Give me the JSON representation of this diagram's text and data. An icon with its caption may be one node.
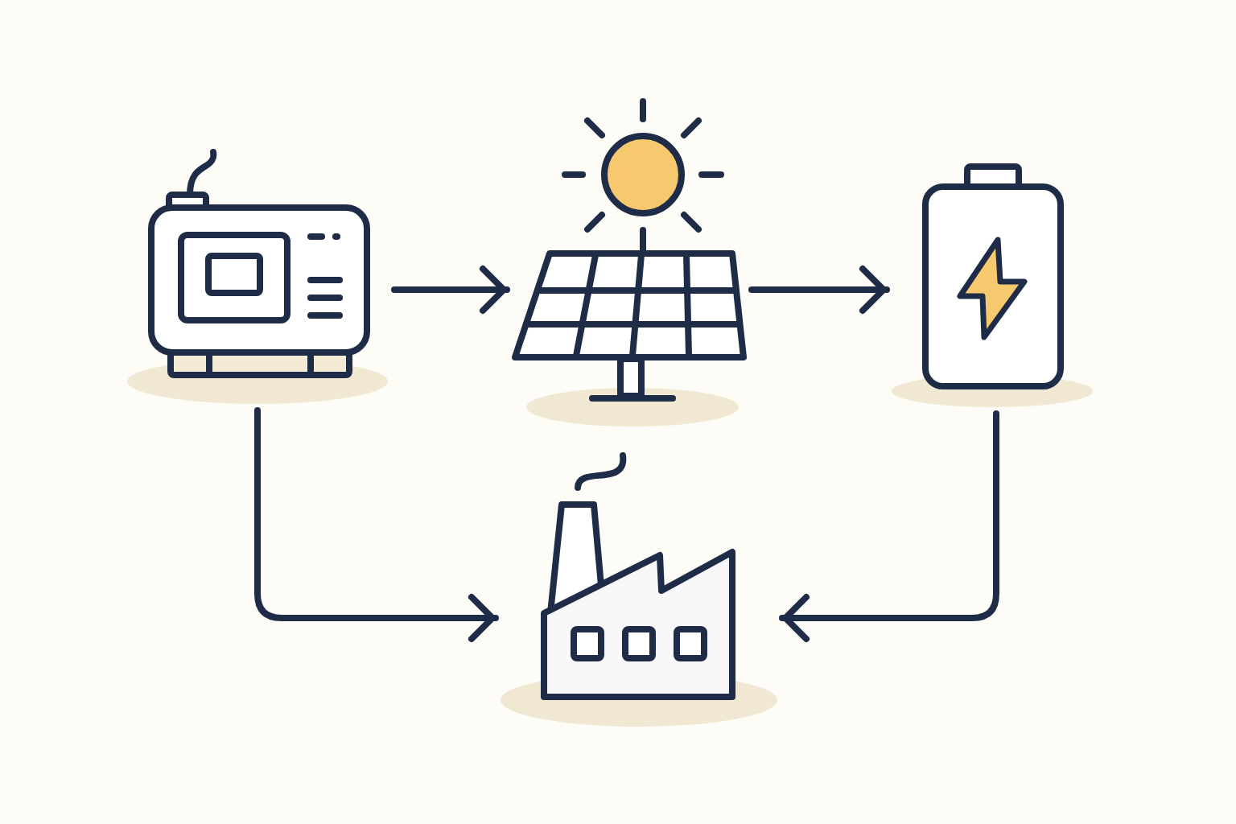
{
  "diagram": {
    "nodes": [
      {
        "text": [],
        "shape": "picture"
      },
      {
        "text": [],
        "shape": "picture"
      },
      {
        "text": [],
        "shape": "picture"
      },
      {
        "text": [],
        "shape": "picture"
      }
    ],
    "edges": [
      {
        "from": 0,
        "to": 1,
        "arrow": "to"
      },
      {
        "from": 1,
        "to": 2,
        "arrow": "to"
      },
      {
        "from": 0,
        "to": 3,
        "arrow": "to"
      },
      {
        "from": 2,
        "to": 3,
        "arrow": "to"
      }
    ]
  }
}
